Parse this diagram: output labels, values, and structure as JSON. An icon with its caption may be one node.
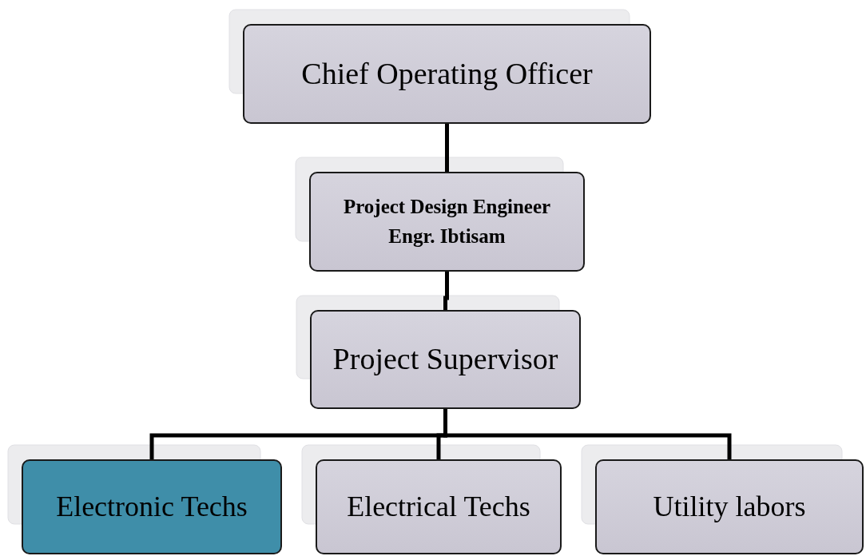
{
  "diagram": {
    "nodes": [
      {
        "text": [
          "Chief Operating Officer"
        ]
      },
      {
        "text": [
          "Project Design Engineer",
          "Engr. Ibtisam"
        ]
      },
      {
        "text": [
          "Project Supervisor"
        ]
      },
      {
        "text": [
          "Electronic Techs"
        ]
      },
      {
        "text": [
          "Electrical Techs"
        ]
      },
      {
        "text": [
          "Utility labors"
        ]
      }
    ],
    "edges": [
      {
        "from": 0,
        "to": 1,
        "arrow": "none"
      },
      {
        "from": 1,
        "to": 2,
        "arrow": "none"
      },
      {
        "from": 2,
        "to": 3,
        "arrow": "none"
      },
      {
        "from": 2,
        "to": 4,
        "arrow": "none"
      },
      {
        "from": 2,
        "to": 5,
        "arrow": "none"
      }
    ]
  }
}
